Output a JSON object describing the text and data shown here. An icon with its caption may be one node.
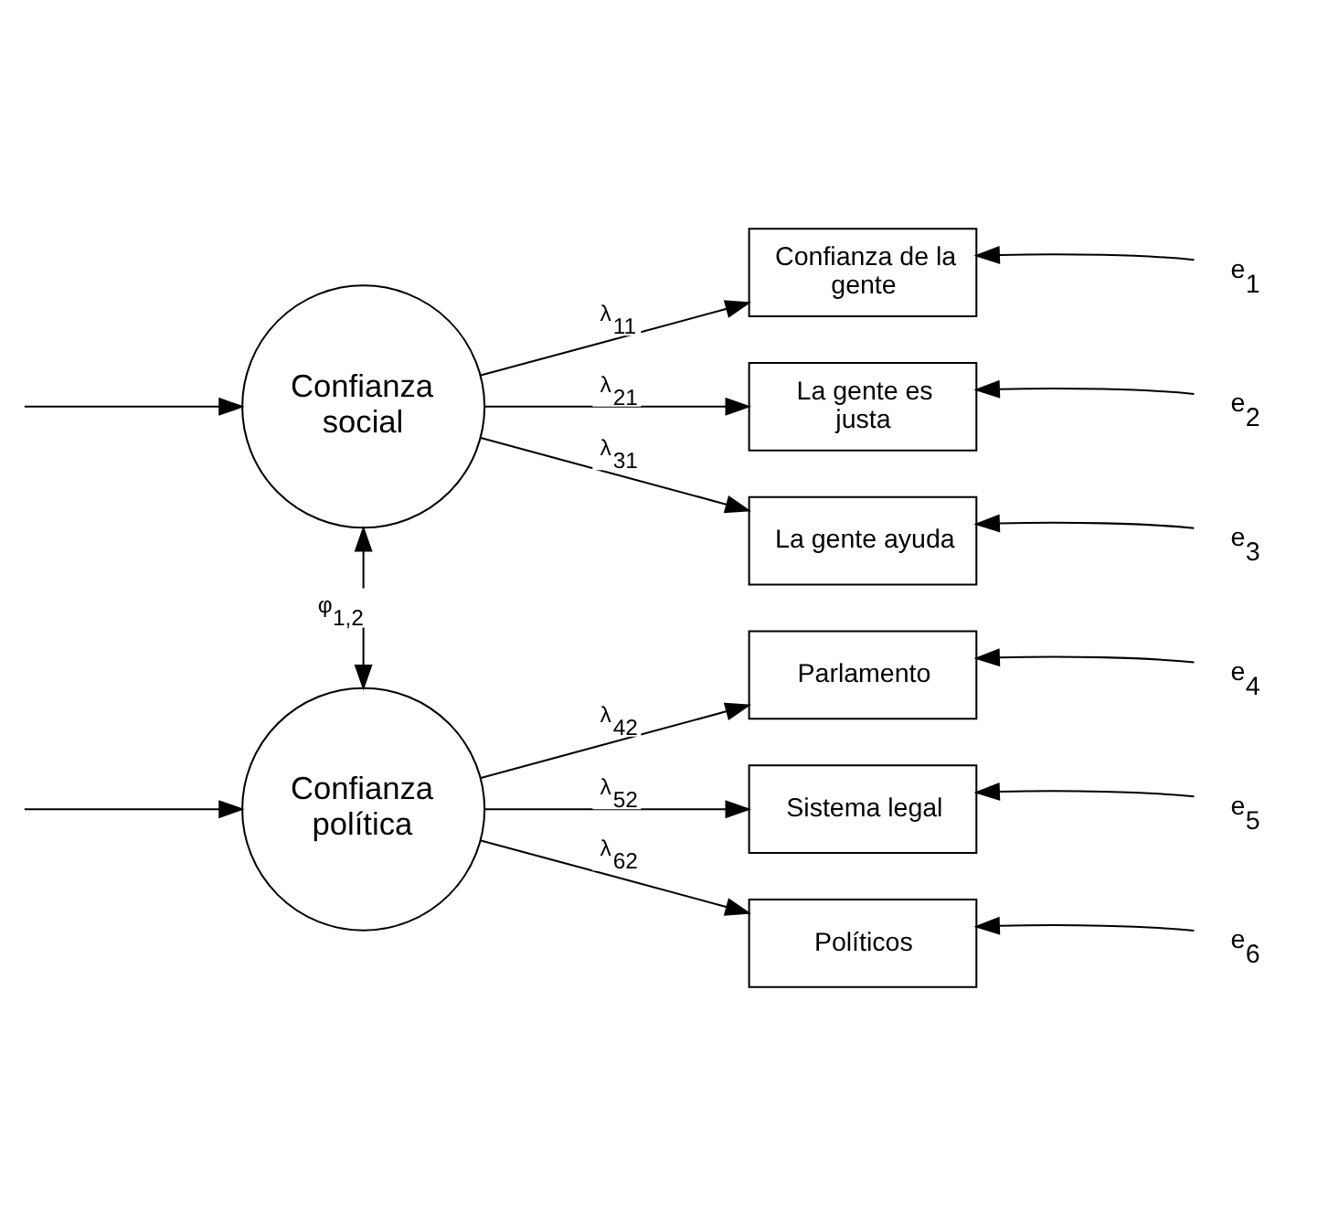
{
  "diagram": {
    "nodes": [
      {
        "text": [
          "Confianza social"
        ]
      },
      {
        "text": [
          "Confianza política"
        ]
      },
      {
        "text": [
          "Confianza de la gente"
        ]
      },
      {
        "text": [
          "La gente es justa"
        ]
      },
      {
        "text": [
          "La gente ayuda"
        ]
      },
      {
        "text": [
          "Parlamento"
        ]
      },
      {
        "text": [
          "Sistema legal"
        ]
      },
      {
        "text": [
          "Políticos"
        ]
      },
      {
        "text": [
          "e$_{1}$"
        ]
      },
      {
        "text": [
          "e$_{2}$"
        ]
      },
      {
        "text": [
          "e$_{3}$"
        ]
      },
      {
        "text": [
          "e$_{4}$"
        ]
      },
      {
        "text": [
          "e$_{5}$"
        ]
      },
      {
        "text": [
          "e$_{6}$"
        ]
      }
    ],
    "edges": [
      {
        "from": null,
        "to": 0,
        "arrow": "to"
      },
      {
        "from": 0,
        "to": 2,
        "arrow": "to",
        "label": "λ$_{11}$"
      },
      {
        "from": 0,
        "to": 3,
        "arrow": "to",
        "label": "λ$_{21}$"
      },
      {
        "from": 0,
        "to": 4,
        "arrow": "to",
        "label": "λ$_{31}$"
      },
      {
        "from": 0,
        "to": 1,
        "arrow": "both",
        "label": "φ$_{1,2}$"
      },
      {
        "from": null,
        "to": 1,
        "arrow": "to"
      },
      {
        "from": 1,
        "to": 5,
        "arrow": "to",
        "label": "λ$_{42}$"
      },
      {
        "from": 1,
        "to": 6,
        "arrow": "to",
        "label": "λ$_{52}$"
      },
      {
        "from": 1,
        "to": 7,
        "arrow": "to",
        "label": "λ$_{62}$"
      },
      {
        "from": 8,
        "to": 2,
        "arrow": "to"
      },
      {
        "from": 9,
        "to": 3,
        "arrow": "to"
      },
      {
        "from": 10,
        "to": 4,
        "arrow": "to"
      },
      {
        "from": 11,
        "to": 5,
        "arrow": "to"
      },
      {
        "from": 12,
        "to": 6,
        "arrow": "to"
      },
      {
        "from": 13,
        "to": 7,
        "arrow": "to"
      }
    ]
  }
}
